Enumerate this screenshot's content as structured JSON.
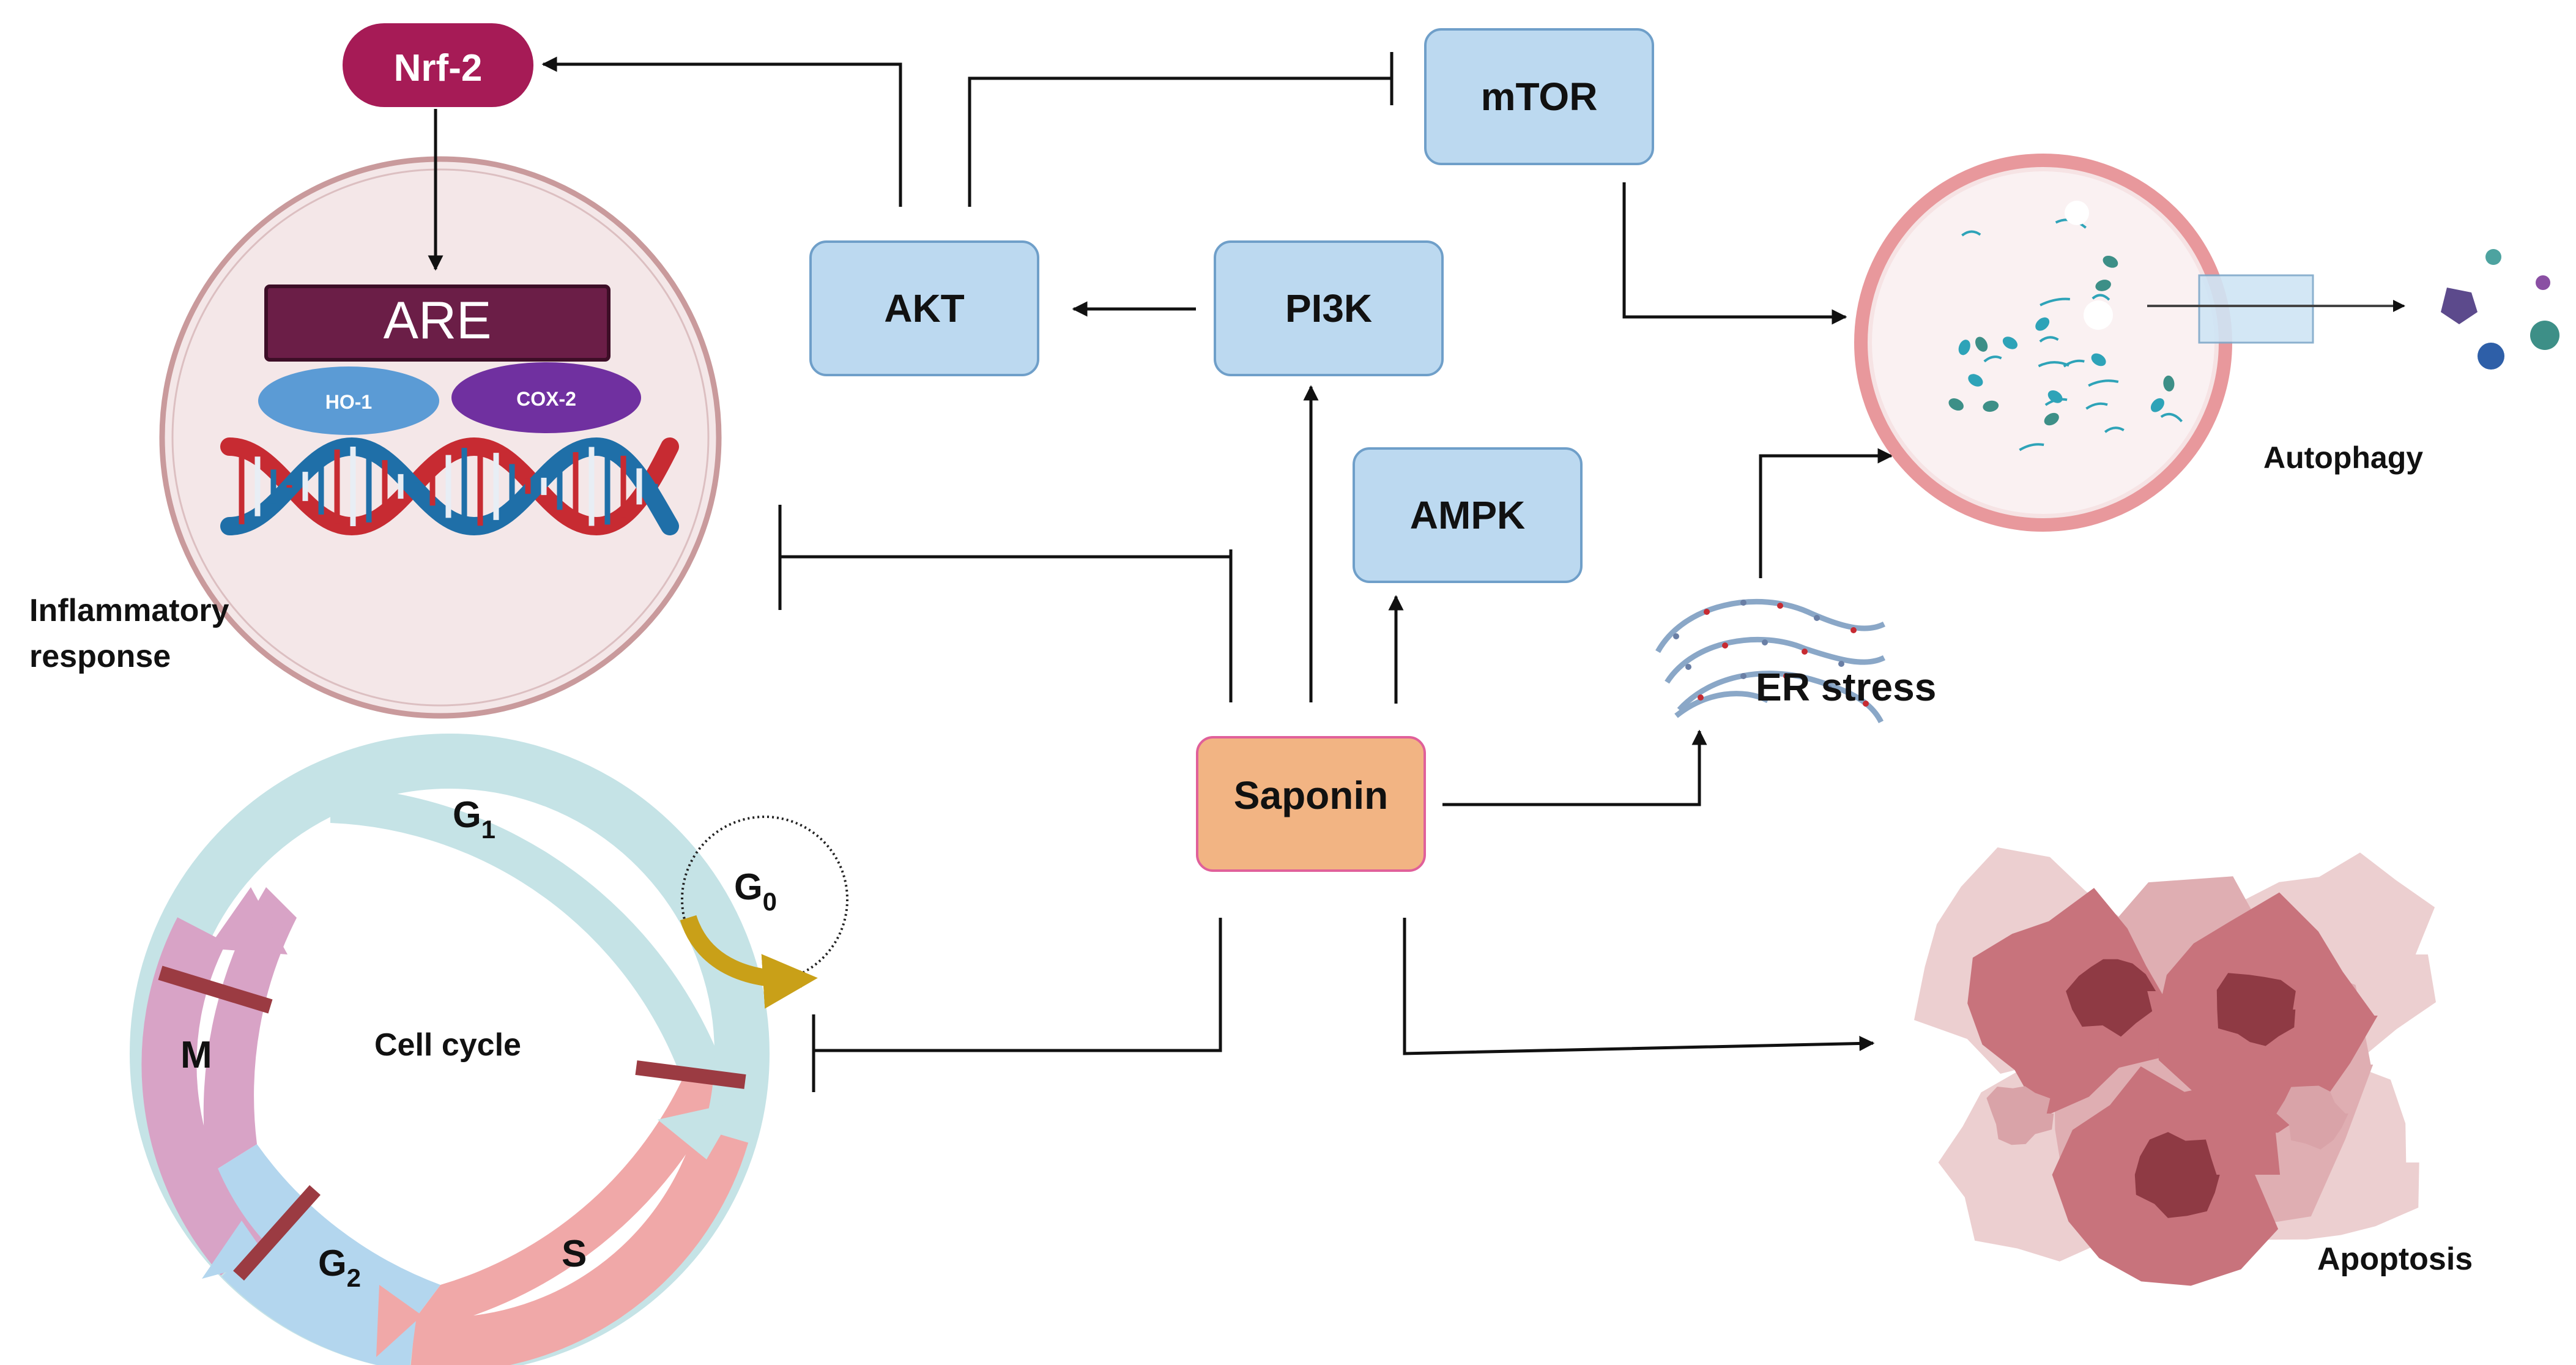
{
  "nodes": {
    "nrf2": "Nrf-2",
    "mtor": "mTOR",
    "akt": "AKT",
    "pi3k": "PI3K",
    "ampk": "AMPK",
    "saponin": "Saponin",
    "are": "ARE",
    "ho1": "HO-1",
    "cox2": "COX-2"
  },
  "labels": {
    "inflammatory_line1": "Inflammatory",
    "inflammatory_line2": "response",
    "autophagy": "Autophagy",
    "er_stress": "ER stress",
    "apoptosis": "Apoptosis",
    "cell_cycle": "Cell cycle"
  },
  "cell_cycle_phases": {
    "g1": "G",
    "g1_sub": "1",
    "g0": "G",
    "g0_sub": "0",
    "g2": "G",
    "g2_sub": "2",
    "m": "M",
    "s": "S"
  },
  "colors": {
    "nrf2_fill": "#a61b56",
    "node_fill": "#bcd9f0",
    "node_stroke": "#6f9fc9",
    "saponin_fill": "#f2b483",
    "saponin_stroke": "#e0609a",
    "are_fill": "#6b1e47",
    "ho1_fill": "#5b9bd5",
    "cox2_fill": "#7030a0",
    "cell_circle_fill": "#f4e7e8",
    "cell_circle_stroke": "#c99a9c",
    "autophagy_ring": "#e8989c",
    "cycle_g1": "#c5e3e6",
    "cycle_s": "#f0a8a8",
    "cycle_g2": "#b3d6ee",
    "cycle_m": "#d8a3c6",
    "g0_arrow": "#c9a018",
    "apoptosis": "#a94a55"
  }
}
